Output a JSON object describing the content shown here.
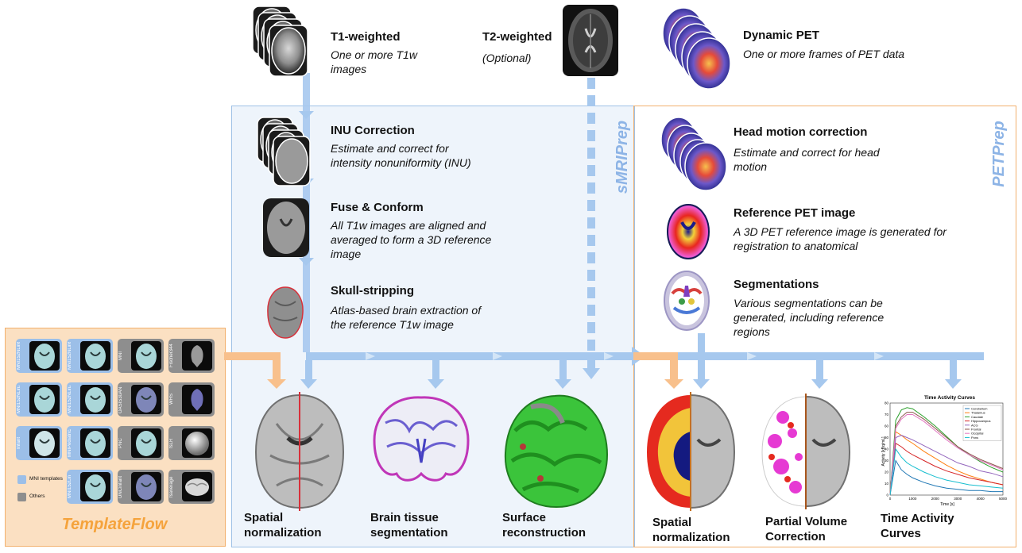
{
  "inputs": {
    "t1": {
      "title": "T1-weighted",
      "desc": "One or more T1w images"
    },
    "t2": {
      "title": "T2-weighted",
      "desc": "(Optional)"
    },
    "pet": {
      "title": "Dynamic PET",
      "desc": "One or more frames of PET data"
    }
  },
  "smriprep": {
    "label": "sMRIPrep",
    "steps": [
      {
        "title": "INU Correction",
        "desc": "Estimate and correct for intensity nonuniformity (INU)"
      },
      {
        "title": "Fuse & Conform",
        "desc": "All T1w images are aligned and averaged to form a 3D reference image"
      },
      {
        "title": "Skull-stripping",
        "desc": "Atlas-based brain extraction of the reference T1w image"
      }
    ],
    "outputs": [
      "Spatial normalization",
      "Brain tissue segmentation",
      "Surface reconstruction"
    ]
  },
  "petprep": {
    "label": "PETPrep",
    "steps": [
      {
        "title": "Head motion correction",
        "desc": "Estimate and correct for head motion"
      },
      {
        "title": "Reference PET image",
        "desc": "A 3D PET reference image is generated for registration to anatomical"
      },
      {
        "title": "Segmentations",
        "desc": "Various segmentations can be generated, including reference regions"
      }
    ],
    "outputs": [
      "Spatial normalization",
      "Partial Volume Correction",
      "Time Activity Curves"
    ]
  },
  "templateflow": {
    "title": "TemplateFlow",
    "legend": [
      "MNI templates",
      "Others"
    ],
    "templates": [
      {
        "name": "MNI152NLin6Asym",
        "kind": "mni",
        "img": "brain"
      },
      {
        "name": "MNI152NLin6Sym",
        "kind": "mni",
        "img": "brain"
      },
      {
        "name": "MNI",
        "kind": "other",
        "img": "brain"
      },
      {
        "name": "Fischer344",
        "kind": "other",
        "img": "rat"
      },
      {
        "name": "MNI152NLin2009cAsym",
        "kind": "mni",
        "img": "brain"
      },
      {
        "name": "MNI152NLin2009cSym",
        "kind": "mni",
        "img": "brain"
      },
      {
        "name": "OASIS30ANTs",
        "kind": "other",
        "img": "brain-dark"
      },
      {
        "name": "WHS",
        "kind": "other",
        "img": "rat-blue"
      },
      {
        "name": "Infant",
        "kind": "mni",
        "img": "infant"
      },
      {
        "name": "MNIPediatricAsym",
        "kind": "mni",
        "img": "brain"
      },
      {
        "name": "PNC",
        "kind": "other",
        "img": "brain"
      },
      {
        "name": "fsLR",
        "kind": "other",
        "img": "sphere"
      },
      {
        "name": "MNI152Lin",
        "kind": "mni",
        "img": "brain"
      },
      {
        "name": "UNCInfant",
        "kind": "other",
        "img": "brain-dark"
      },
      {
        "name": "fsaverage",
        "kind": "other",
        "img": "surface"
      }
    ]
  },
  "colors": {
    "smri_bg": "#eef4fb",
    "smri_border": "#9ec1e6",
    "pet_border": "#f2b06d",
    "tf_bg": "#fbe0c2",
    "tf_title": "#f5a33c",
    "arrow_blue": "#a6c8ee",
    "arrow_orange": "#f8c08c"
  },
  "chart_data": {
    "type": "line",
    "title": "Time Activity Curves",
    "xlabel": "Time [s]",
    "ylabel": "Activity [kBq/mL]",
    "xlim": [
      0,
      5000
    ],
    "ylim": [
      0,
      80
    ],
    "xticks": [
      0,
      1000,
      2000,
      3000,
      4000,
      5000
    ],
    "yticks": [
      0,
      10,
      20,
      30,
      40,
      50,
      60,
      70,
      80
    ],
    "legend_position": "top-right",
    "x": [
      0,
      250,
      500,
      750,
      1000,
      1500,
      2000,
      2500,
      3000,
      3500,
      4000,
      4500,
      5000
    ],
    "series": [
      {
        "name": "Cerebellum",
        "color": "#1f77b4",
        "values": [
          0,
          30,
          22,
          18,
          15,
          11,
          8,
          6,
          5,
          4,
          4,
          3,
          3
        ]
      },
      {
        "name": "Thalamus",
        "color": "#ff7f0e",
        "values": [
          0,
          55,
          52,
          48,
          45,
          38,
          32,
          26,
          21,
          17,
          14,
          11,
          9
        ]
      },
      {
        "name": "Caudate",
        "color": "#2ca02c",
        "values": [
          0,
          65,
          74,
          76,
          75,
          68,
          60,
          51,
          42,
          35,
          29,
          24,
          20
        ]
      },
      {
        "name": "Hippocampus",
        "color": "#d62728",
        "values": [
          0,
          45,
          42,
          38,
          35,
          30,
          25,
          21,
          18,
          15,
          13,
          11,
          9
        ]
      },
      {
        "name": "ACG",
        "color": "#9467bd",
        "values": [
          0,
          50,
          52,
          50,
          48,
          43,
          38,
          33,
          28,
          25,
          21,
          19,
          16
        ]
      },
      {
        "name": "Frontal",
        "color": "#8c564b",
        "values": [
          0,
          60,
          68,
          72,
          72,
          66,
          58,
          50,
          42,
          36,
          31,
          27,
          23
        ]
      },
      {
        "name": "Occipital",
        "color": "#e377c2",
        "values": [
          0,
          58,
          66,
          70,
          70,
          64,
          56,
          48,
          41,
          35,
          30,
          26,
          22
        ]
      },
      {
        "name": "Pons",
        "color": "#17becf",
        "values": [
          0,
          40,
          33,
          28,
          25,
          20,
          16,
          13,
          11,
          9,
          8,
          7,
          6
        ]
      }
    ]
  }
}
